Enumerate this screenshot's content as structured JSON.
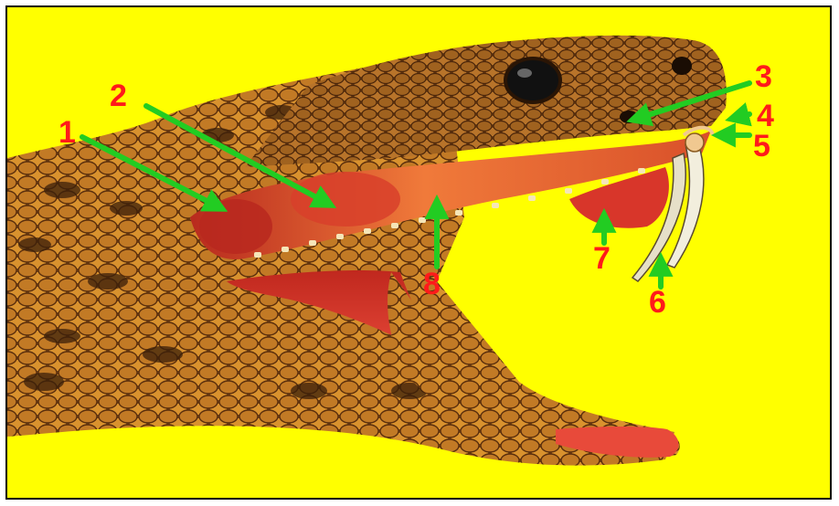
{
  "colors": {
    "background": "#ffff00",
    "label": "#ff1a1a",
    "arrow": "#22cc22",
    "scale_dark": "#6b3a12",
    "scale_light": "#d9922e",
    "mouth": "#d8362a"
  },
  "labels": [
    {
      "id": "1",
      "text": "1"
    },
    {
      "id": "2",
      "text": "2"
    },
    {
      "id": "3",
      "text": "3"
    },
    {
      "id": "4",
      "text": "4"
    },
    {
      "id": "5",
      "text": "5"
    },
    {
      "id": "6",
      "text": "6"
    },
    {
      "id": "7",
      "text": "7"
    },
    {
      "id": "8",
      "text": "8"
    }
  ]
}
